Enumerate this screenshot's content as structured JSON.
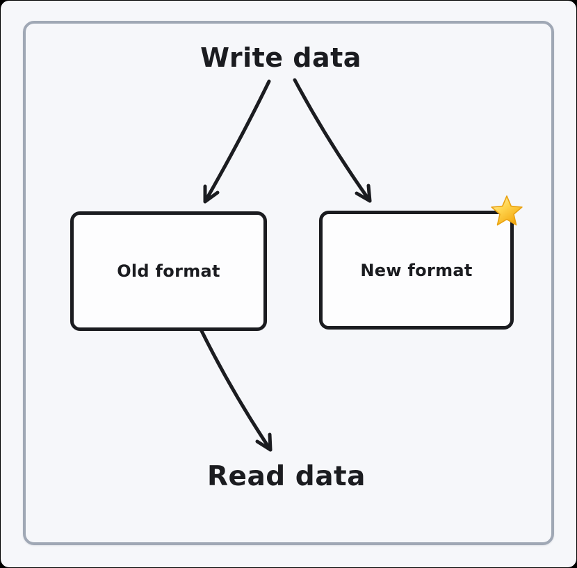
{
  "canvas": {
    "page_background": "#f6f7fa",
    "frame_border_color": "#a0a8b5",
    "ink_color": "#1b1c20",
    "node_fill": "#fdfdfe",
    "star_color": "#f7b50e"
  },
  "labels": {
    "write_data": "Write data",
    "read_data": "Read data"
  },
  "nodes": {
    "old_format": {
      "label": "Old format"
    },
    "new_format": {
      "label": "New format",
      "badge_icon": "star-emoji"
    }
  },
  "edges": [
    {
      "from": "write_data",
      "to": "old_format"
    },
    {
      "from": "write_data",
      "to": "new_format"
    },
    {
      "from": "old_format",
      "to": "read_data"
    }
  ]
}
